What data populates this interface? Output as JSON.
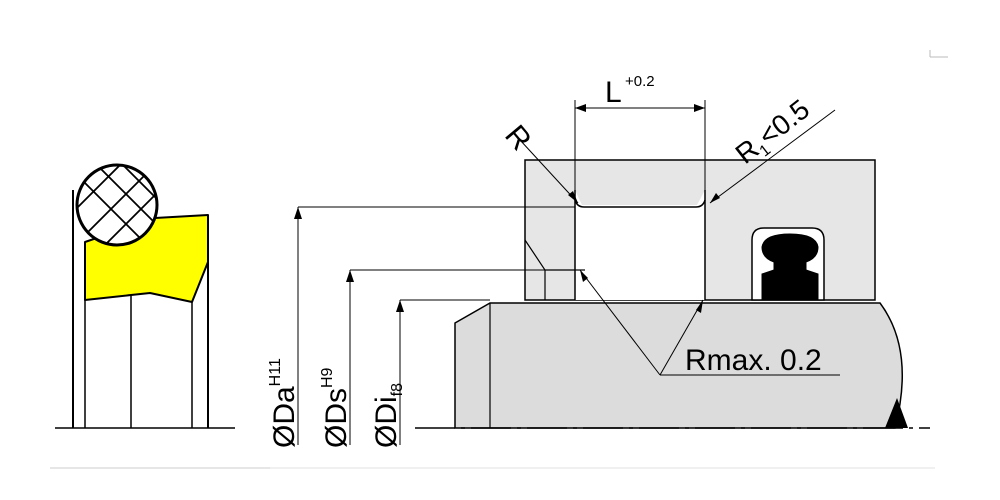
{
  "diagram": {
    "labels": {
      "groove_width": "L",
      "groove_width_tol": "+0.2",
      "radius": "R",
      "radius_one_prefix": "R",
      "radius_one_sub": "1",
      "radius_one_value": "<0.5",
      "rod_radius": "Rmax. 0.2"
    },
    "dims": {
      "da": {
        "symbol": "ØDa",
        "tol": "H11"
      },
      "ds": {
        "symbol": "ØDs",
        "tol": "H9"
      },
      "di": {
        "symbol": "ØDi",
        "tol": "f8"
      }
    }
  },
  "colors": {
    "line": "#000000",
    "housing_fill": "#e6e6e6",
    "rod_fill": "#dcdcdc",
    "seal_profile_fill": "#ffff00",
    "oring_fill": "#ffffff",
    "black_seal_fill": "#000000"
  }
}
